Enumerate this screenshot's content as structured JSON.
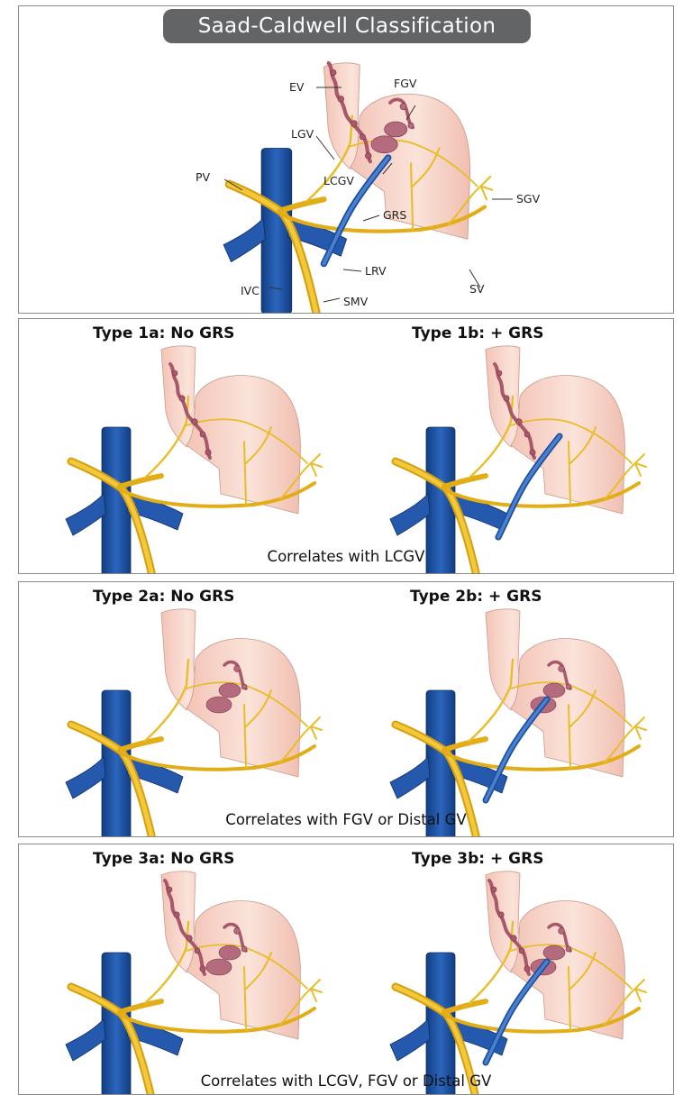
{
  "title": "Saad-Caldwell Classification",
  "anatomy_labels": {
    "ev": "EV",
    "fgv": "FGV",
    "lgv": "LGV",
    "lcgv": "LCGV",
    "pv": "PV",
    "sgv": "SGV",
    "grs": "GRS",
    "lrv": "LRV",
    "sv": "SV",
    "ivc": "IVC",
    "smv": "SMV"
  },
  "types": [
    {
      "left_title": "Type 1a: No GRS",
      "right_title": "Type 1b: + GRS",
      "caption": "Correlates with LCGV"
    },
    {
      "left_title": "Type 2a: No GRS",
      "right_title": "Type 2b: + GRS",
      "caption": "Correlates with FGV or Distal GV"
    },
    {
      "left_title": "Type 3a: No GRS",
      "right_title": "Type 3b: + GRS",
      "caption": "Correlates with LCGV, FGV or Distal GV"
    }
  ],
  "colors": {
    "portal_vein": "#e8b91e",
    "vena_cava": "#1d4f9c",
    "shunt": "#3a72c9",
    "stomach": "#f6cfc3",
    "varices": "#a9586b",
    "title_bg": "#636466"
  }
}
